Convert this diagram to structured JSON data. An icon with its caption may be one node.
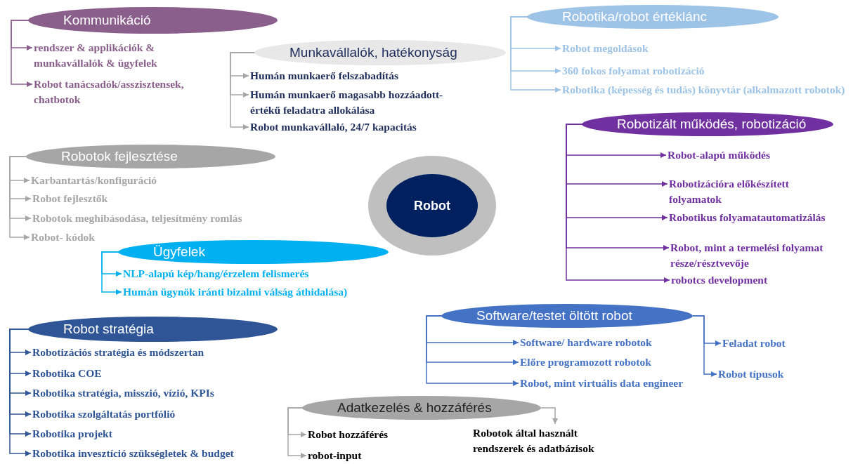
{
  "diagram": {
    "nodes": [
      {
        "text": [
          "Kommunikáció"
        ]
      },
      {
        "text": [
          "rendszer & applikációk & munkavállalók & ügyfelek"
        ]
      },
      {
        "text": [
          "Robot tanácsadók/asszisztensek, chatbotok"
        ]
      },
      {
        "text": [
          "Munkavállalók, hatékonyság"
        ]
      },
      {
        "text": [
          "Humán munkaerő felszabadítás"
        ]
      },
      {
        "text": [
          "Humán munkaerő magasabb hozzáadott-értékű feladatra allokálása"
        ]
      },
      {
        "text": [
          "Robot munkavállaló, 24/7 kapacitás"
        ]
      },
      {
        "text": [
          "Robotika/robot értéklánc"
        ]
      },
      {
        "text": [
          "Robot megoldások"
        ]
      },
      {
        "text": [
          "360 fokos folyamat robotizáció"
        ]
      },
      {
        "text": [
          "Robotika (képesség és tudás) könyvtár (alkalmazott robotok)"
        ]
      },
      {
        "text": [
          "Robotizált működés, robotizáció"
        ]
      },
      {
        "text": [
          "Robot-alapú működés"
        ]
      },
      {
        "text": [
          "Robotizációra előkészített folyamatok"
        ]
      },
      {
        "text": [
          "Robotikus folyamatautomatizálás"
        ]
      },
      {
        "text": [
          "Robot, mint a termelési folyamat része/résztvevője"
        ]
      },
      {
        "text": [
          "robotcs development"
        ]
      },
      {
        "text": [
          "Robotok fejlesztése"
        ]
      },
      {
        "text": [
          "Karbantartás/konfiguráció"
        ]
      },
      {
        "text": [
          "Robot fejlesztők"
        ]
      },
      {
        "text": [
          "Robotok meghibásodása, teljesítmény romlás"
        ]
      },
      {
        "text": [
          "Robot- kódok"
        ]
      },
      {
        "text": [
          "Robot"
        ]
      },
      {
        "text": [
          "Ügyfelek"
        ]
      },
      {
        "text": [
          "NLP-alapú kép/hang/érzelem felismerés"
        ]
      },
      {
        "text": [
          "Humán ügynök iránti bizalmi válság áthidalása)"
        ]
      },
      {
        "text": [
          "Robot stratégia"
        ]
      },
      {
        "text": [
          "Robotizációs stratégia és módszertan"
        ]
      },
      {
        "text": [
          "Robotika COE"
        ]
      },
      {
        "text": [
          "Robotika stratégia, misszió, vízió, KPIs"
        ]
      },
      {
        "text": [
          "Robotika szolgáltatás portfólió"
        ]
      },
      {
        "text": [
          "Robotika projekt"
        ]
      },
      {
        "text": [
          "Robotika invesztíció szükségletek & budget"
        ]
      },
      {
        "text": [
          "Software/testet öltött robot"
        ]
      },
      {
        "text": [
          "Software/ hardware robotok"
        ]
      },
      {
        "text": [
          "Előre programozott robotok"
        ]
      },
      {
        "text": [
          "Robot, mint virtuális data engineer"
        ]
      },
      {
        "text": [
          "Feladat robot"
        ]
      },
      {
        "text": [
          "Robot típusok"
        ]
      },
      {
        "text": [
          "Adatkezelés & hozzáférés"
        ]
      },
      {
        "text": [
          "Robot hozzáférés"
        ]
      },
      {
        "text": [
          "robot-input"
        ]
      },
      {
        "text": [
          "Robotok által használt rendszerek és adatbázisok"
        ]
      }
    ],
    "edges": [
      {
        "from": 0,
        "to": 1,
        "arrow": "to",
        "color": "#8a5f8c"
      },
      {
        "from": 0,
        "to": 2,
        "arrow": "to",
        "color": "#8a5f8c"
      },
      {
        "from": 3,
        "to": 4,
        "arrow": "to",
        "color": "#a6a6a6"
      },
      {
        "from": 3,
        "to": 5,
        "arrow": "to",
        "color": "#a6a6a6"
      },
      {
        "from": 3,
        "to": 6,
        "arrow": "to",
        "color": "#a6a6a6"
      },
      {
        "from": 7,
        "to": 8,
        "arrow": "to",
        "color": "#9dc3e6"
      },
      {
        "from": 7,
        "to": 9,
        "arrow": "to",
        "color": "#9dc3e6"
      },
      {
        "from": 7,
        "to": 10,
        "arrow": "to",
        "color": "#9dc3e6"
      },
      {
        "from": 11,
        "to": 12,
        "arrow": "to",
        "color": "#7030a0"
      },
      {
        "from": 11,
        "to": 13,
        "arrow": "to",
        "color": "#7030a0"
      },
      {
        "from": 11,
        "to": 14,
        "arrow": "to",
        "color": "#7030a0"
      },
      {
        "from": 11,
        "to": 15,
        "arrow": "to",
        "color": "#7030a0"
      },
      {
        "from": 11,
        "to": 16,
        "arrow": "to",
        "color": "#7030a0"
      },
      {
        "from": 17,
        "to": 18,
        "arrow": "to",
        "color": "#a6a6a6"
      },
      {
        "from": 17,
        "to": 19,
        "arrow": "to",
        "color": "#a6a6a6"
      },
      {
        "from": 17,
        "to": 20,
        "arrow": "to",
        "color": "#a6a6a6"
      },
      {
        "from": 17,
        "to": 21,
        "arrow": "to",
        "color": "#a6a6a6"
      },
      {
        "from": 23,
        "to": 24,
        "arrow": "to",
        "color": "#00b0f0"
      },
      {
        "from": 23,
        "to": 25,
        "arrow": "to",
        "color": "#00b0f0"
      },
      {
        "from": 26,
        "to": 27,
        "arrow": "to",
        "color": "#2f5597"
      },
      {
        "from": 26,
        "to": 28,
        "arrow": "to",
        "color": "#2f5597"
      },
      {
        "from": 26,
        "to": 29,
        "arrow": "to",
        "color": "#2f5597"
      },
      {
        "from": 26,
        "to": 30,
        "arrow": "to",
        "color": "#2f5597"
      },
      {
        "from": 26,
        "to": 31,
        "arrow": "to",
        "color": "#2f5597"
      },
      {
        "from": 26,
        "to": 32,
        "arrow": "to",
        "color": "#2f5597"
      },
      {
        "from": 33,
        "to": 34,
        "arrow": "to",
        "color": "#4472c4"
      },
      {
        "from": 33,
        "to": 35,
        "arrow": "to",
        "color": "#4472c4"
      },
      {
        "from": 33,
        "to": 36,
        "arrow": "to",
        "color": "#4472c4"
      },
      {
        "from": 33,
        "to": 37,
        "arrow": "to",
        "color": "#4472c4"
      },
      {
        "from": 33,
        "to": 38,
        "arrow": "to",
        "color": "#4472c4"
      },
      {
        "from": 39,
        "to": 40,
        "arrow": "to",
        "color": "#a6a6a6"
      },
      {
        "from": 39,
        "to": 41,
        "arrow": "to",
        "color": "#a6a6a6"
      },
      {
        "from": 39,
        "to": 42,
        "arrow": "to",
        "color": "#a6a6a6"
      }
    ]
  }
}
